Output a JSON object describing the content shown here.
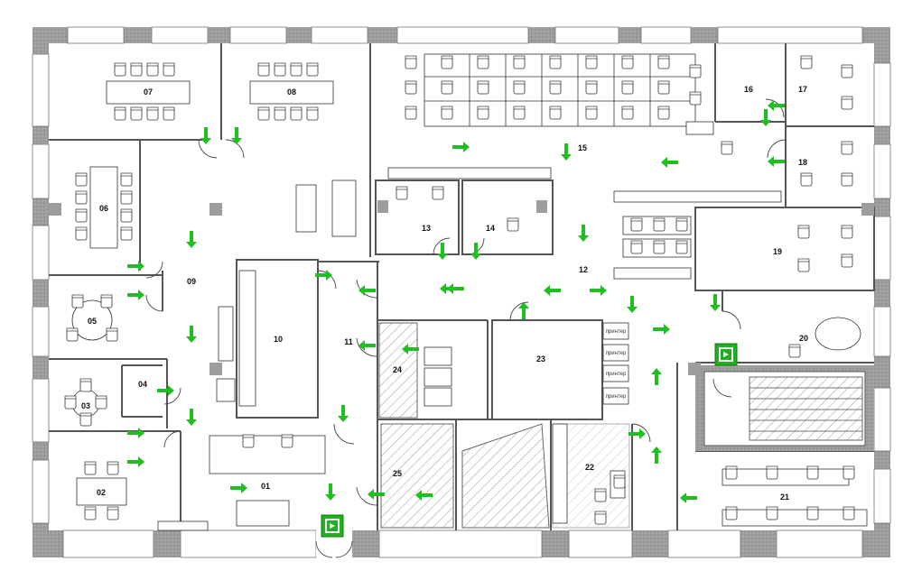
{
  "rooms": [
    {
      "id": "r01",
      "label": "01"
    },
    {
      "id": "r02",
      "label": "02"
    },
    {
      "id": "r03",
      "label": "03"
    },
    {
      "id": "r04",
      "label": "04"
    },
    {
      "id": "r05",
      "label": "05"
    },
    {
      "id": "r06",
      "label": "06"
    },
    {
      "id": "r07",
      "label": "07"
    },
    {
      "id": "r08",
      "label": "08"
    },
    {
      "id": "r09",
      "label": "09"
    },
    {
      "id": "r10",
      "label": "10"
    },
    {
      "id": "r11",
      "label": "11"
    },
    {
      "id": "r12",
      "label": "12"
    },
    {
      "id": "r13",
      "label": "13"
    },
    {
      "id": "r14",
      "label": "14"
    },
    {
      "id": "r15",
      "label": "15"
    },
    {
      "id": "r16",
      "label": "16"
    },
    {
      "id": "r17",
      "label": "17"
    },
    {
      "id": "r18",
      "label": "18"
    },
    {
      "id": "r19",
      "label": "19"
    },
    {
      "id": "r20",
      "label": "20"
    },
    {
      "id": "r21",
      "label": "21"
    },
    {
      "id": "r22",
      "label": "22"
    },
    {
      "id": "r23",
      "label": "23"
    },
    {
      "id": "r24",
      "label": "24"
    },
    {
      "id": "r25",
      "label": "25"
    }
  ],
  "printer_label": "принтер",
  "exit_icon": "emergency-exit-icon",
  "colors": {
    "arrow": "#1fbf1f",
    "exit": "#22b022",
    "wall": "#9b9b9b"
  }
}
